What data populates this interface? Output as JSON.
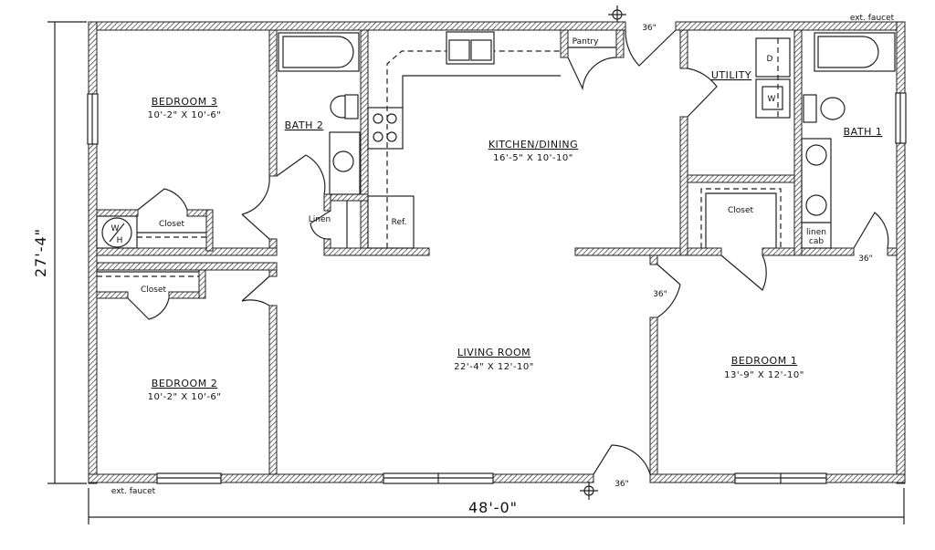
{
  "rooms": {
    "bedroom3": {
      "name": "BEDROOM 3",
      "size": "10'-2\" X 10'-6\""
    },
    "bedroom2": {
      "name": "BEDROOM 2",
      "size": "10'-2\" X 10'-6\""
    },
    "bedroom1": {
      "name": "BEDROOM 1",
      "size": "13'-9\" X 12'-10\""
    },
    "kitchen": {
      "name": "KITCHEN/DINING",
      "size": "16'-5\" X 10'-10\""
    },
    "living": {
      "name": "LIVING ROOM",
      "size": "22'-4\" X 12'-10\""
    },
    "bath2": {
      "name": "BATH 2"
    },
    "bath1": {
      "name": "BATH 1"
    },
    "utility": {
      "name": "UTILITY"
    }
  },
  "fixtures": {
    "closet": "Closet",
    "linen": "Linen",
    "ref": "Ref.",
    "pantry": "Pantry",
    "wh_top": "W",
    "wh_bottom": "H",
    "dryer": "D",
    "washer": "W",
    "linen_cab_1": "linen",
    "linen_cab_2": "cab",
    "ext_faucet": "ext. faucet"
  },
  "doors": {
    "width_36": "36\""
  },
  "dimensions": {
    "overall_width": "48'-0\"",
    "overall_depth": "27'-4\""
  }
}
